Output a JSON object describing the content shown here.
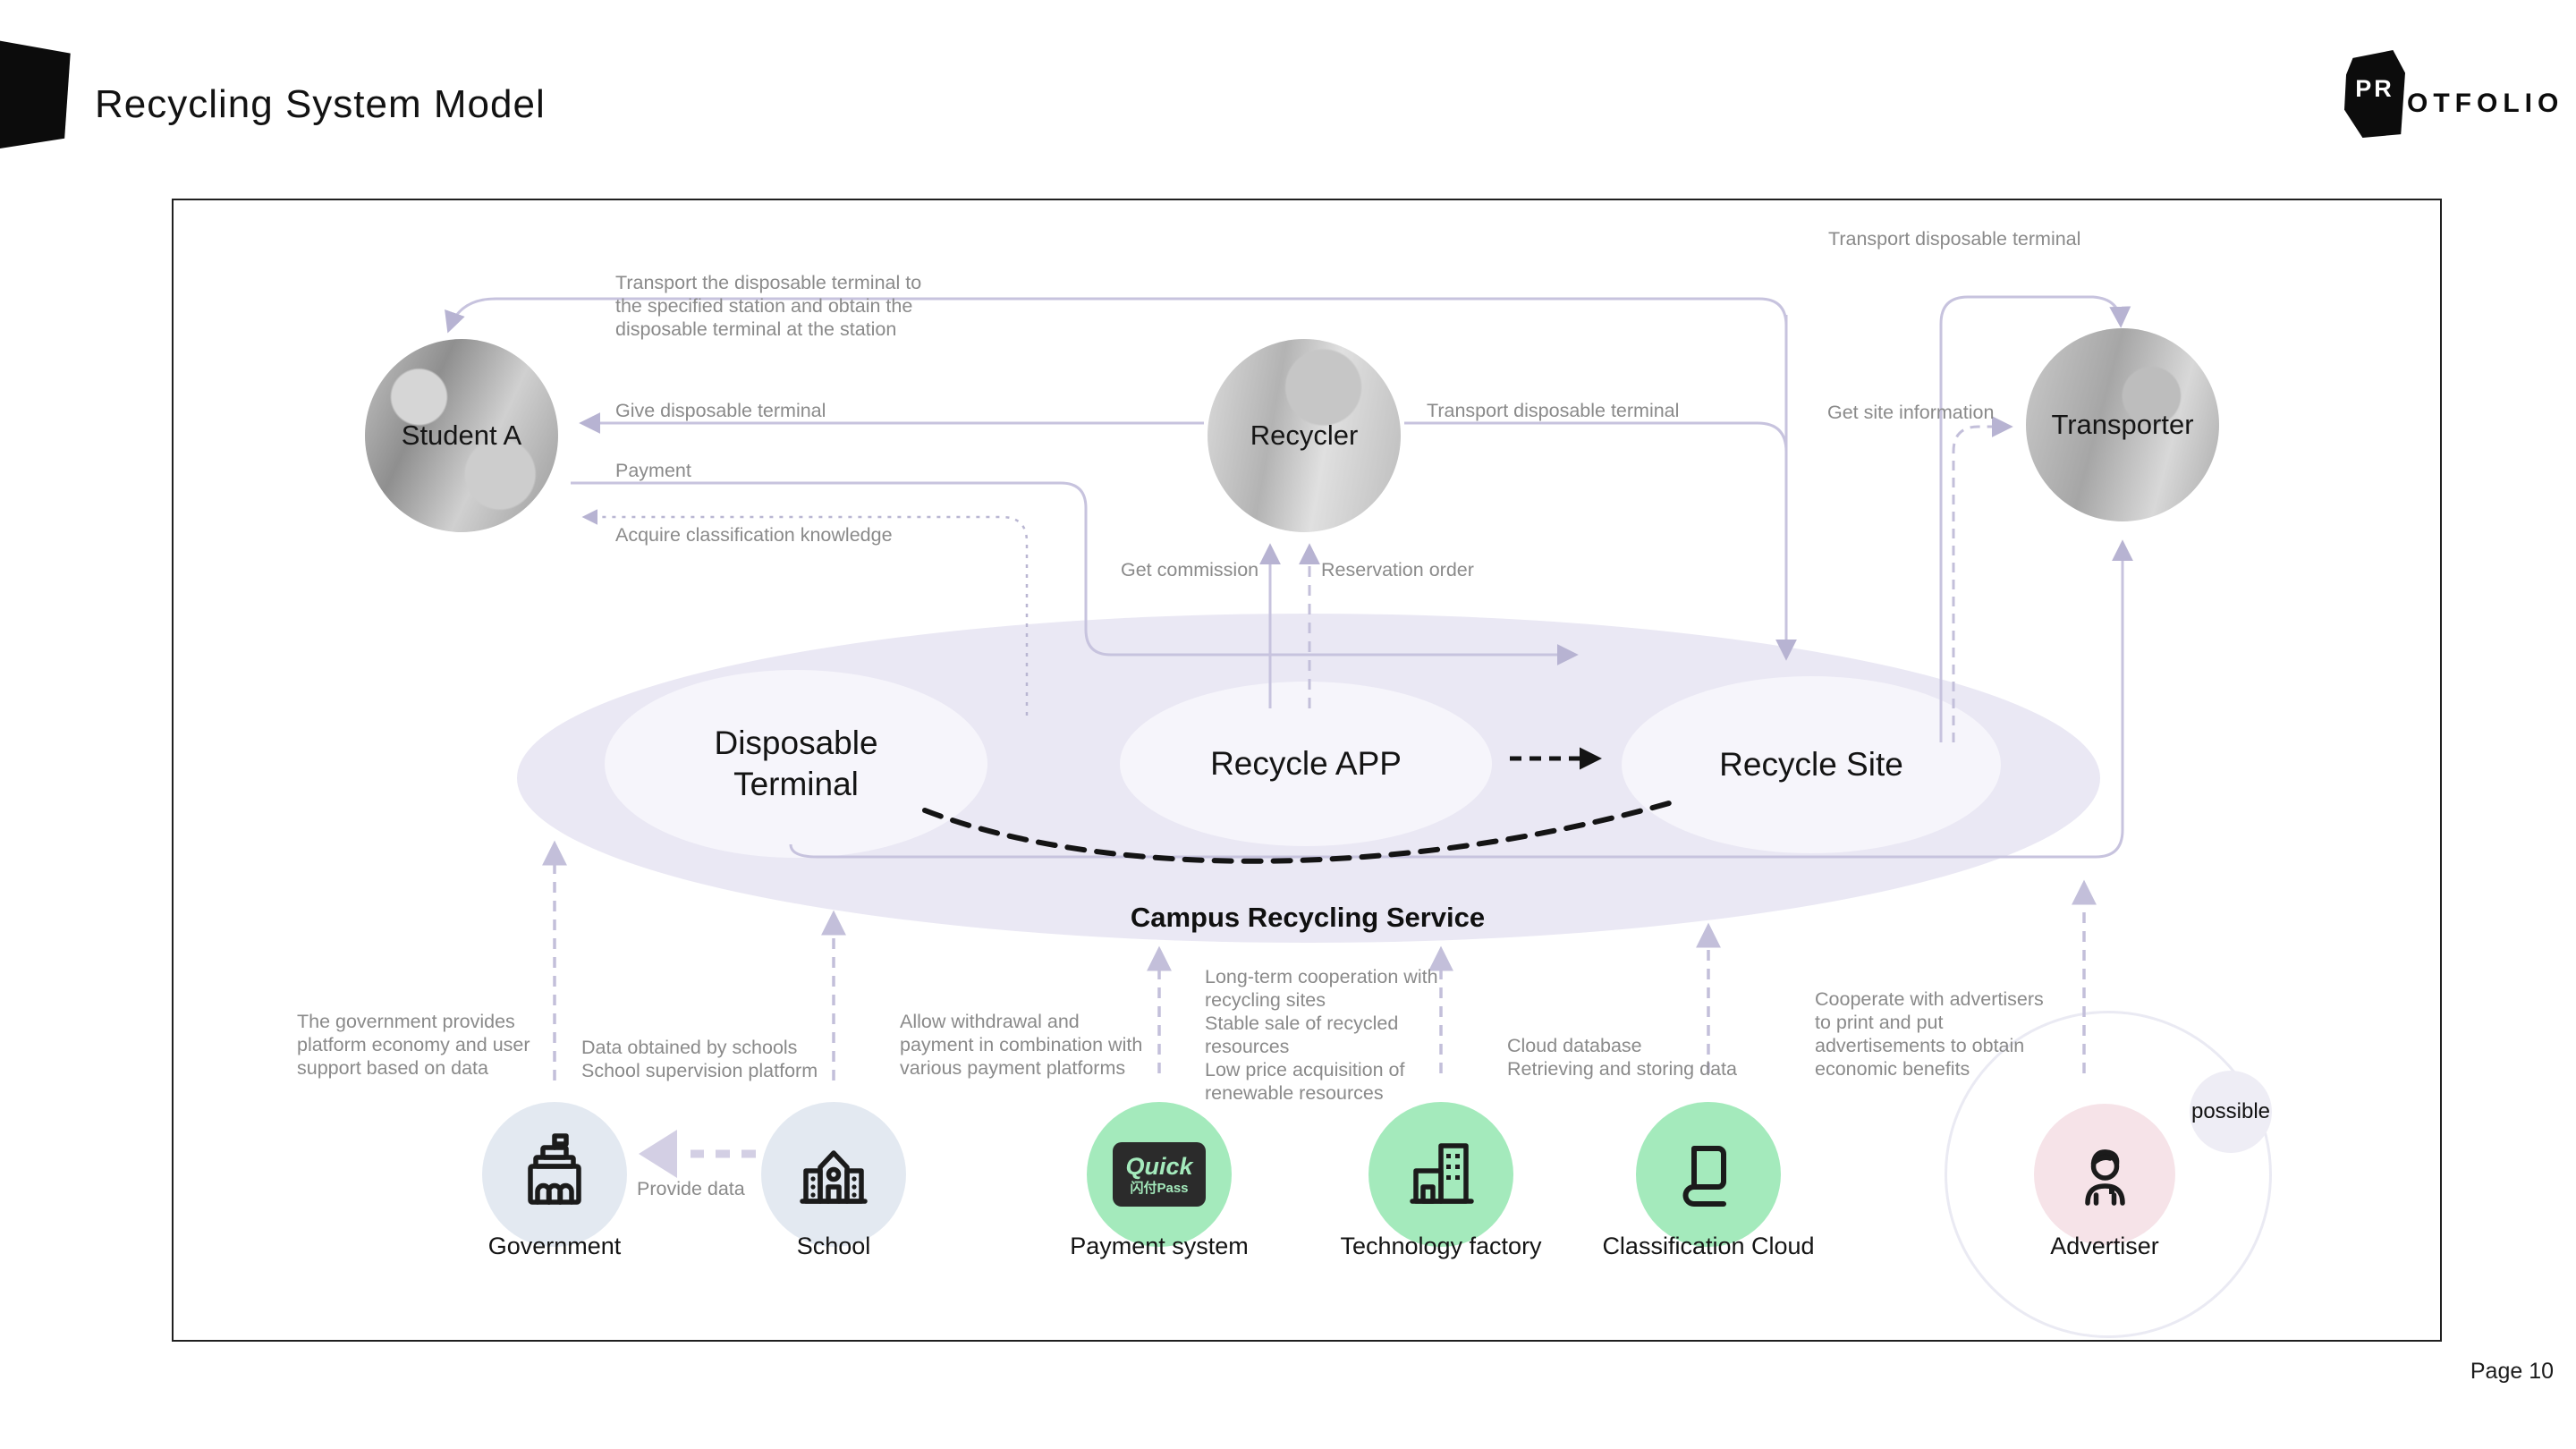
{
  "header": {
    "title": "Recycling System Model",
    "logo": {
      "pr": "PR",
      "rest": "OTFOLIO"
    }
  },
  "footer": {
    "page_label": "Page 10"
  },
  "actors": {
    "student": "Student A",
    "recycler": "Recycler",
    "transporter": "Transporter"
  },
  "hub": {
    "service_title": "Campus Recycling Service",
    "terminal": "Disposable Terminal",
    "app": "Recycle APP",
    "site": "Recycle Site"
  },
  "flows": {
    "return_terminal": "Transport the disposable terminal to\nthe specified station and obtain the\ndisposable terminal at the station",
    "give_terminal": "Give disposable terminal",
    "payment": "Payment",
    "acquire_knowledge": "Acquire classification knowledge",
    "transport_terminal_mid": "Transport disposable terminal",
    "get_commission": "Get commission",
    "reservation_order": "Reservation order",
    "transport_terminal_top": "Transport disposable terminal",
    "get_site_info": "Get site information",
    "possible": "possible",
    "provide_data": "Provide data"
  },
  "partners": [
    {
      "name": "Government",
      "desc": "The government provides\nplatform economy and user\nsupport based on data"
    },
    {
      "name": "School",
      "desc": "Data obtained by schools\nSchool supervision platform"
    },
    {
      "name": "Payment system",
      "desc": "Allow withdrawal and\npayment in combination with\nvarious payment platforms"
    },
    {
      "name": "Technology factory",
      "desc": "Long-term cooperation with\nrecycling sites\nStable sale of recycled\nresources\nLow price acquisition of\nrenewable resources"
    },
    {
      "name": "Classification Cloud",
      "desc": "Cloud database\nRetrieving and storing data"
    },
    {
      "name": "Advertiser",
      "desc": "Cooperate with advertisers\nto print and put\nadvertisements to obtain\neconomic benefits"
    }
  ],
  "quickpass": {
    "top": "Quick",
    "bottom": "闪付Pass"
  },
  "colors": {
    "wire_lavender": "#c7c3de",
    "hub_fill": "#eae8f4",
    "node_fill": "#f6f5fb",
    "partner_green": "#a4eabc",
    "partner_bluegray": "#e3e9f1",
    "partner_pink": "#f6e3e8",
    "label_gray": "#8a8a8a",
    "ink_black": "#141414"
  }
}
